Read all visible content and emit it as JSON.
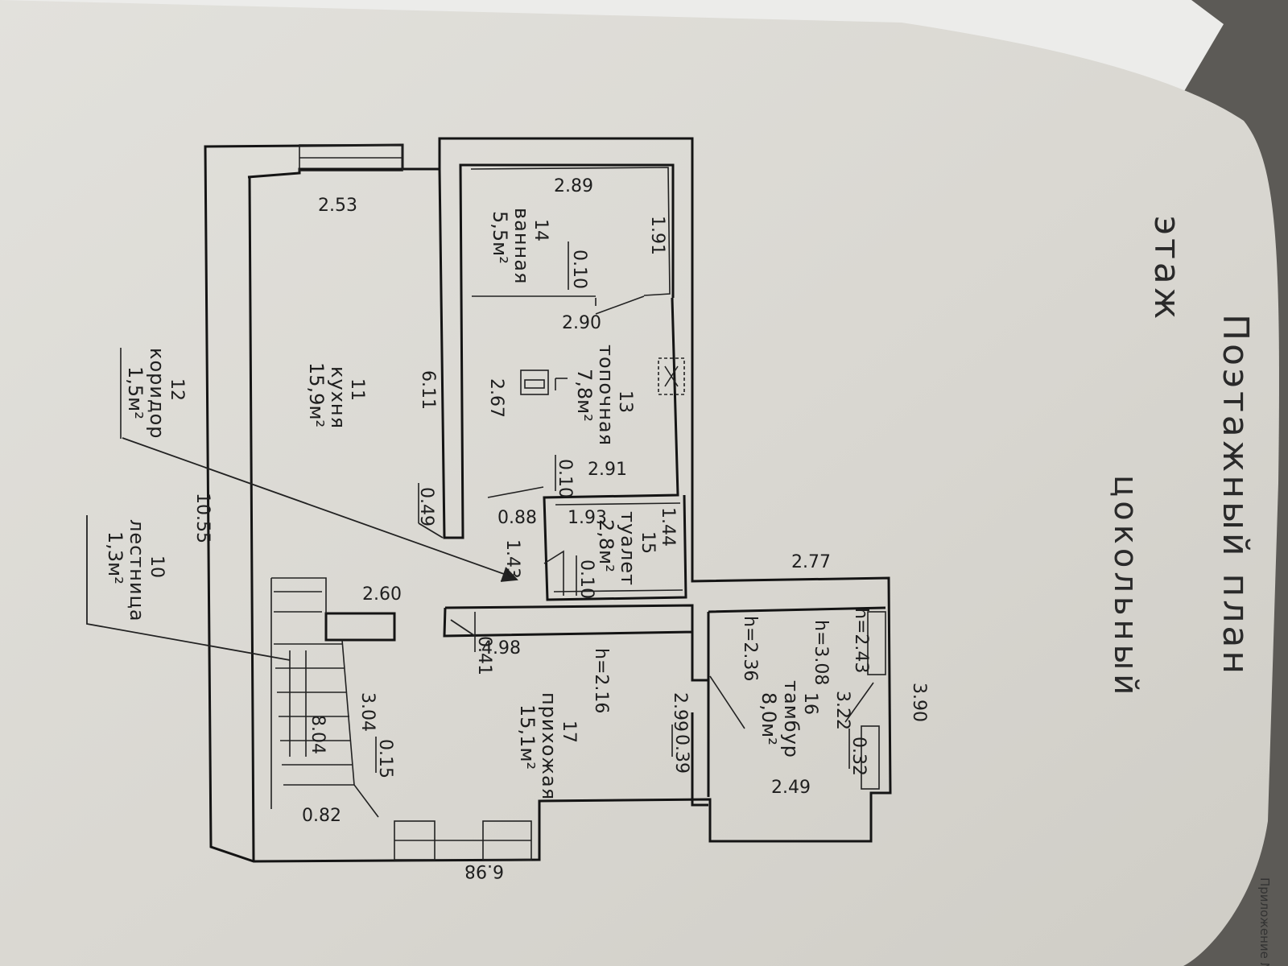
{
  "colors": {
    "background": "#5c5a56",
    "page": "#dedcd6",
    "page_light": "#ececea",
    "ink": "#141414"
  },
  "title": {
    "line1": "Поэтажный план",
    "line2": "этаж",
    "line3": "цокольный",
    "appendix": "Приложение №"
  },
  "rooms": [
    {
      "number": "10",
      "name": "лестница",
      "area": "1,3м²"
    },
    {
      "number": "11",
      "name": "кухня",
      "area": "15,9м²"
    },
    {
      "number": "12",
      "name": "коридор",
      "area": "1,5м²"
    },
    {
      "number": "13",
      "name": "топочная",
      "area": "7,8м²"
    },
    {
      "number": "14",
      "name": "ванная",
      "area": "5,5м²"
    },
    {
      "number": "15",
      "name": "туалет",
      "area": "2,8м²"
    },
    {
      "number": "16",
      "name": "тамбур",
      "area": "8,0м²"
    },
    {
      "number": "17",
      "name": "прихожая",
      "area": "15,1м²"
    }
  ],
  "dimensions": {
    "d_2_53": "2.53",
    "d_2_89": "2.89",
    "d_1_91": "1.91",
    "d_0_10a": "0.10",
    "d_2_90": "2.90",
    "d_6_11": "6.11",
    "d_2_67": "2.67",
    "d_2_91": "2.91",
    "d_0_10b": "0.10",
    "d_0_49": "0.49",
    "d_0_88": "0.88",
    "d_1_93": "1.93",
    "d_1_44": "1.44",
    "d_1_43": "1.43",
    "d_0_10c": "0.10",
    "d_10_55": "10.55",
    "d_2_60": "2.60",
    "d_2_77": "2.77",
    "d_h_2_43": "h=2.43",
    "d_h_3_08": "h=3.08",
    "d_h_2_36": "h=2.36",
    "d_3_22": "3.22",
    "d_3_90": "3.90",
    "d_0_32": "0.32",
    "d_2_49": "2.49",
    "d_4_98": "4.98",
    "d_0_41": "0.41",
    "d_h_2_16": "h=2.16",
    "d_2_99": "2.99",
    "d_0_39": "0.39",
    "d_3_04": "3.04",
    "d_0_15": "0.15",
    "d_8_04": "8.04",
    "d_0_82": "0.82",
    "d_6_98": "6.98"
  }
}
